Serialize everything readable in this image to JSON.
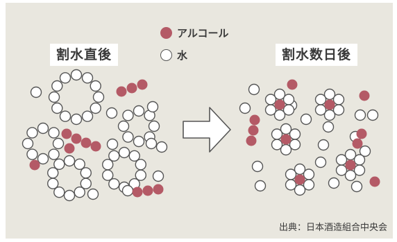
{
  "labels": {
    "before": "割水直後",
    "after": "割水数日後"
  },
  "legend": {
    "alcohol": "アルコール",
    "water": "水"
  },
  "source": "出典：日本酒造組合中央会",
  "colors": {
    "alcohol": "#b45a66",
    "water": "#ffffff",
    "outline": "#555555",
    "background": "#e9e7df"
  }
}
